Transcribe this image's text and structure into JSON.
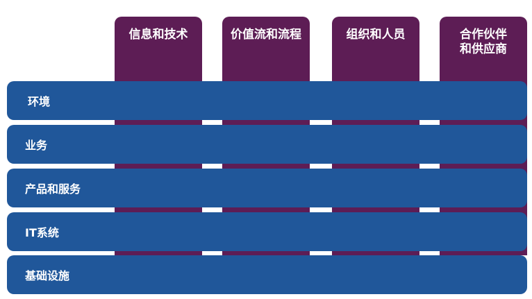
{
  "columns": [
    {
      "label": "信息和技术"
    },
    {
      "label": "价值流和流程"
    },
    {
      "label": "组织和人员"
    },
    {
      "label": "合作伙伴\n和供应商"
    }
  ],
  "rows": [
    {
      "label": "环境"
    },
    {
      "label": "业务"
    },
    {
      "label": "产品和服务"
    },
    {
      "label": "IT系统"
    },
    {
      "label": "基础设施"
    }
  ],
  "colors": {
    "column_purple": "#5d1d55",
    "row_blue": "#20579a",
    "text": "#ffffff",
    "background": "#ffffff"
  }
}
